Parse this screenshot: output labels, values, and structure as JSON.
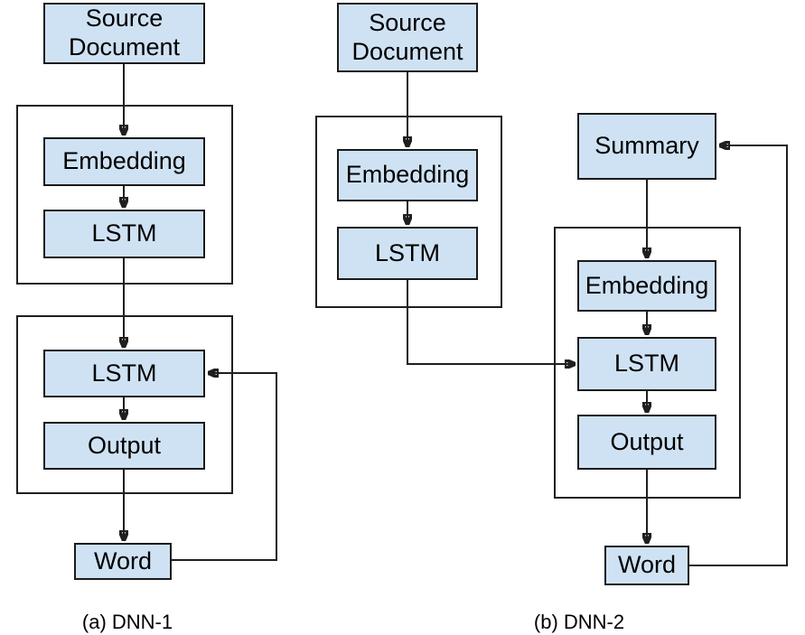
{
  "figure": {
    "background": "#ffffff",
    "node_fill": "#cfe2f3",
    "node_border": "#1a1a1a",
    "line_color": "#1f1f1f"
  },
  "dnn1": {
    "caption": "(a) DNN-1",
    "nodes": {
      "source": "Source Document",
      "embedding": "Embedding",
      "encoder_lstm": "LSTM",
      "decoder_lstm": "LSTM",
      "output": "Output",
      "word": "Word"
    }
  },
  "dnn2": {
    "caption": "(b) DNN-2",
    "nodes": {
      "source": "Source Document",
      "encoder_embedding": "Embedding",
      "encoder_lstm": "LSTM",
      "summary": "Summary",
      "decoder_embedding": "Embedding",
      "decoder_lstm": "LSTM",
      "output": "Output",
      "word": "Word"
    }
  }
}
